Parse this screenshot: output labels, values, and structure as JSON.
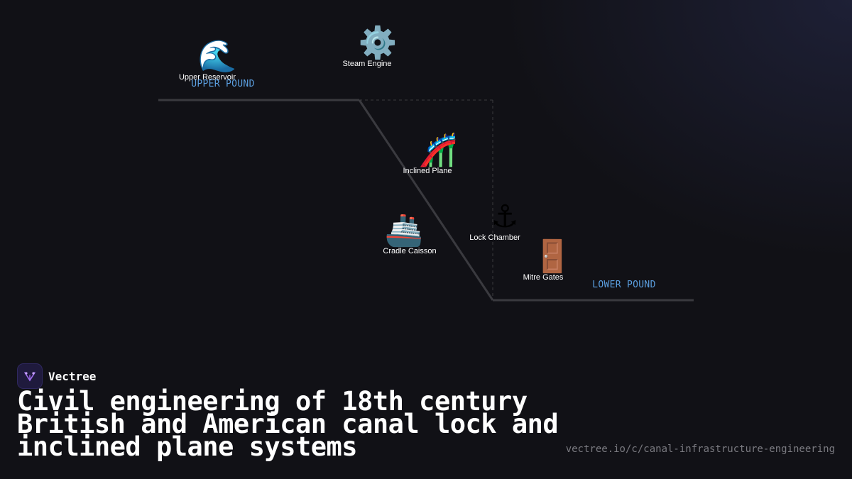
{
  "diagram": {
    "pounds": {
      "upper": "UPPER POUND",
      "lower": "LOWER POUND"
    },
    "nodes": [
      {
        "id": "upper-reservoir",
        "icon": "wave-icon",
        "glyph": "🌊",
        "label": "Upper Reservoir"
      },
      {
        "id": "steam-engine",
        "icon": "gear-icon",
        "glyph": "⚙️",
        "label": "Steam Engine"
      },
      {
        "id": "inclined-plane",
        "icon": "roller-coaster-icon",
        "glyph": "🎢",
        "label": "Inclined Plane"
      },
      {
        "id": "lock-chamber",
        "icon": "anchor-icon",
        "glyph": "⚓",
        "label": "Lock Chamber"
      },
      {
        "id": "cradle-caisson",
        "icon": "ship-icon",
        "glyph": "🚢",
        "label": "Cradle Caisson"
      },
      {
        "id": "mitre-gates",
        "icon": "door-icon",
        "glyph": "🚪",
        "label": "Mitre Gates"
      }
    ],
    "colors": {
      "track": "#3a3a3f",
      "dashed": "#3a3a3f",
      "pound_label": "#5b9fe0"
    }
  },
  "brand": {
    "name": "Vectree",
    "logo_icon": "vectree-logo-icon",
    "accent": "#a06cf0"
  },
  "title": "Civil engineering of 18th century British and American canal lock and inclined plane systems",
  "url": "vectree.io/c/canal-infrastructure-engineering"
}
